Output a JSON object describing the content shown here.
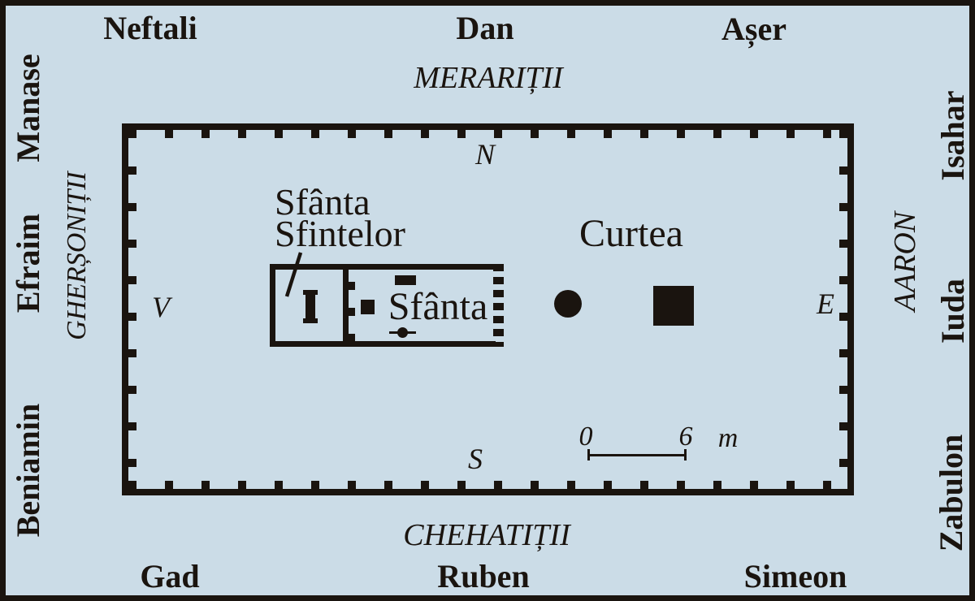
{
  "colors": {
    "background": "#cbdce7",
    "ink": "#1a140f"
  },
  "tribes": {
    "top": [
      "Neftali",
      "Dan",
      "Așer"
    ],
    "right": [
      "Isahar",
      "Iuda",
      "Zabulon"
    ],
    "bottom": [
      "Gad",
      "Ruben",
      "Simeon"
    ],
    "left": [
      "Manase",
      "Efraim",
      "Beniamin"
    ]
  },
  "clans": {
    "north": "MERARIȚII",
    "south": "CHEHATIȚII",
    "west": "GHERȘONIȚII",
    "east": "AARON"
  },
  "compass": {
    "north": "N",
    "south": "S",
    "west": "V",
    "east": "E"
  },
  "sanctuary": {
    "holy_of_holies_line1": "Sfânta",
    "holy_of_holies_line2": "Sfintelor",
    "holy_place": "Sfânta",
    "court": "Curtea"
  },
  "scale_bar": {
    "start": "0",
    "end": "6",
    "unit": "m"
  }
}
